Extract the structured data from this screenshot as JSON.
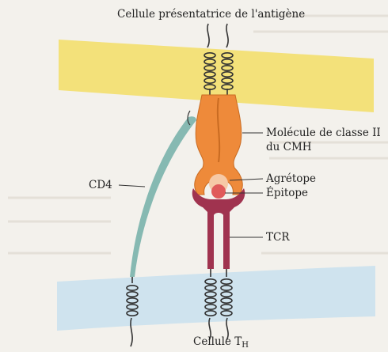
{
  "labels": {
    "apc": "Cellule présentatrice de l'antigène",
    "mhc_line1": "Molécule de classe II",
    "mhc_line2": "du CMH",
    "agretope": "Agrétope",
    "epitope": "Épitope",
    "tcr": "TCR",
    "cd4": "CD4",
    "th_main": "Cellule T",
    "th_sub": "H"
  },
  "colors": {
    "apc_membrane": "#f3e17a",
    "th_membrane": "#cfe3ee",
    "mhc": "#ee8a3a",
    "tcr": "#a0334f",
    "cd4": "#86b9b2",
    "agretope": "#f6c9a6",
    "epitope": "#e05a5a"
  }
}
